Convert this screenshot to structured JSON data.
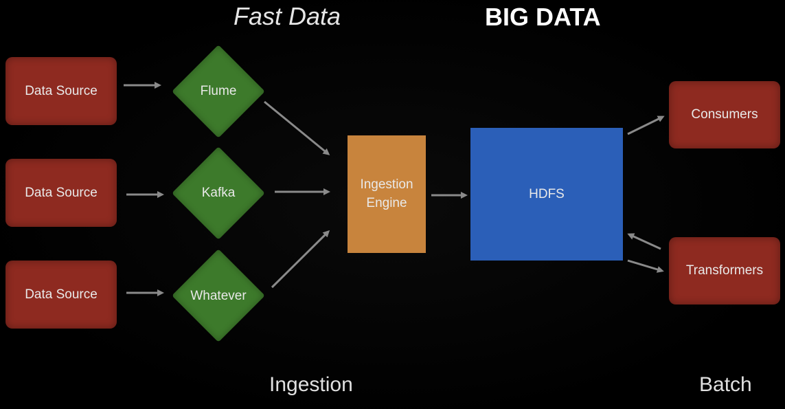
{
  "headings": {
    "fast_data": "Fast Data",
    "big_data": "BIG DATA"
  },
  "footers": {
    "ingestion": "Ingestion",
    "batch": "Batch"
  },
  "nodes": {
    "sources": [
      "Data Source",
      "Data Source",
      "Data Source"
    ],
    "collectors": [
      "Flume",
      "Kafka",
      "Whatever"
    ],
    "engine": "Ingestion Engine",
    "storage": "HDFS",
    "consumers": "Consumers",
    "transformers": "Transformers"
  },
  "edges": [
    {
      "from": "Data Source",
      "to": "Flume"
    },
    {
      "from": "Data Source",
      "to": "Kafka"
    },
    {
      "from": "Data Source",
      "to": "Whatever"
    },
    {
      "from": "Flume",
      "to": "Ingestion Engine"
    },
    {
      "from": "Kafka",
      "to": "Ingestion Engine"
    },
    {
      "from": "Whatever",
      "to": "Ingestion Engine"
    },
    {
      "from": "Ingestion Engine",
      "to": "HDFS"
    },
    {
      "from": "HDFS",
      "to": "Consumers"
    },
    {
      "from": "Transformers",
      "to": "HDFS"
    },
    {
      "from": "HDFS",
      "to": "Transformers"
    }
  ],
  "colors": {
    "background": "#000000",
    "source_box": "#8e2a20",
    "collector_diamond": "#3d7a2b",
    "engine_box": "#c8843d",
    "storage_box": "#2b5fb8",
    "arrow": "#8a8a8a"
  }
}
